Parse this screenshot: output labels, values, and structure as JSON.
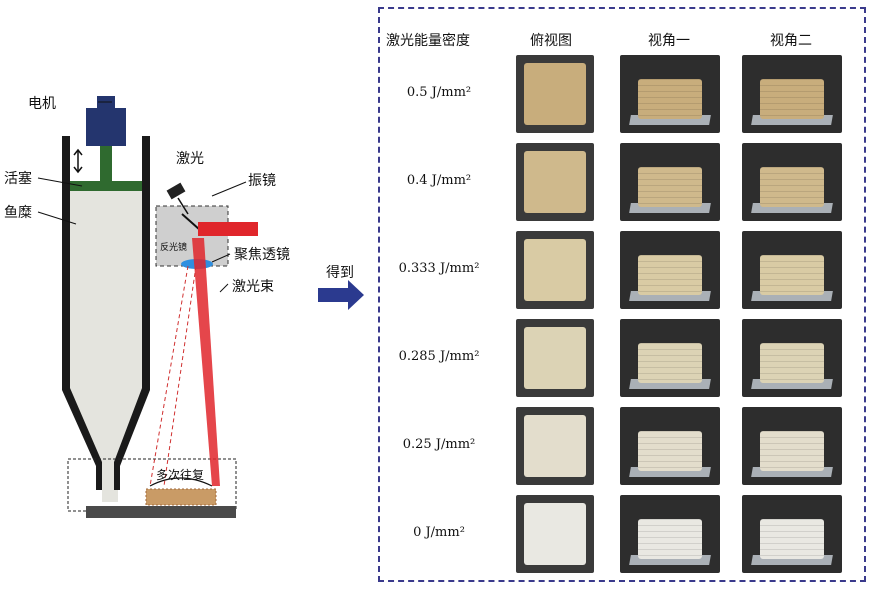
{
  "machine": {
    "labels": {
      "motor": "电机",
      "piston": "活塞",
      "surimi": "鱼糜",
      "laser": "激光",
      "galvo": "振镜",
      "mirror": "反光镜",
      "focus_lens": "聚焦透镜",
      "laser_beam": "激光束",
      "reciprocate": "多次往复"
    }
  },
  "arrow_label": "得到",
  "results": {
    "header": {
      "energy": "激光能量密度",
      "top_view": "俯视图",
      "view1": "视角一",
      "view2": "视角二"
    },
    "rows": [
      {
        "energy": "0.5 J/mm²",
        "color": "#c8ad7c"
      },
      {
        "energy": "0.4 J/mm²",
        "color": "#cfb98c"
      },
      {
        "energy": "0.333 J/mm²",
        "color": "#d9cba4"
      },
      {
        "energy": "0.285 J/mm²",
        "color": "#dcd3b5"
      },
      {
        "energy": "0.25 J/mm²",
        "color": "#e3ddcc"
      },
      {
        "energy": "0 J/mm²",
        "color": "#e9e8e2"
      }
    ]
  },
  "colors": {
    "motor": "#24356e",
    "piston": "#2f6a2f",
    "barrel": "#1a1a1a",
    "laser": "#e0262b",
    "lens": "#2f8fe0",
    "arrow": "#2b3a8f",
    "panel_border": "#3a3a8c"
  }
}
